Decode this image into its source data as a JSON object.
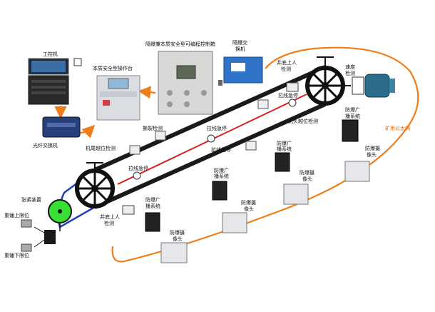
{
  "labels": {
    "industrial_pc": "工控机",
    "fiber_switch": "光纤交换机",
    "operator_console": "本质安全型操作台",
    "plc_box": "隔爆兼本质安全型可编程控制箱",
    "ex_switch_1": "隔爆交",
    "ex_switch_2": "换机",
    "shaft_top_1": "井底上人",
    "shaft_top_2": "检测",
    "speed_1": "速度",
    "speed_2": "检测",
    "mine_ethernet": "矿用以太网",
    "broadcast_right_1": "防爆广",
    "broadcast_right_2": "播系统",
    "camera_right_1": "防爆摄",
    "camera_right_2": "像头",
    "broadcast_mid_1": "防爆广",
    "broadcast_mid_2": "播系统",
    "camera_mid_1": "防爆摄",
    "camera_mid_2": "像头",
    "broadcast_low_1": "防爆广",
    "broadcast_low_2": "播系统",
    "camera_low_mid_1": "防爆摄",
    "camera_low_mid_2": "像头",
    "camera_low_1": "防爆摄",
    "camera_low_2": "像头",
    "shaft_bottom_1": "井底上人",
    "shaft_bottom_2": "检测",
    "tension_device": "张紧装置",
    "weight_upper": "重锤上限位",
    "weight_lower": "重锤下限位",
    "tail_detect": "机尾越位检测",
    "head_detect": "机头越位检测",
    "tear_detect": "撕裂检测",
    "pull_stop_1": "拉线急停",
    "pull_stop_2": "拉线急停",
    "pull_stop_3": "拉线急停",
    "pull_stop_4": "拉线急停"
  },
  "colors": {
    "ethernet": "#ef7d1a",
    "belt_top": "#d81e1e",
    "belt_dark": "#1a1a1a",
    "tension_line": "#1f3fbf",
    "tension_wheel": "#39e034"
  }
}
